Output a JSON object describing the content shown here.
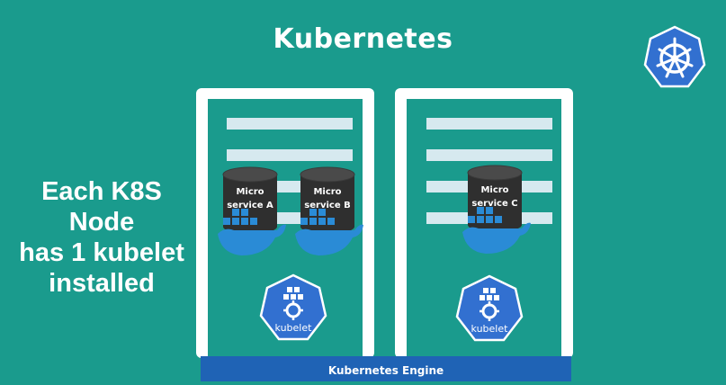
{
  "title": "Kubernetes",
  "side_text": [
    "Each K8S Node",
    "has 1 kubelet",
    "installed"
  ],
  "nodes": [
    {
      "services": [
        {
          "line1": "Micro",
          "line2": "service A"
        },
        {
          "line1": "Micro",
          "line2": "service B"
        }
      ],
      "kubelet_label": "kubelet"
    },
    {
      "services": [
        {
          "line1": "Micro",
          "line2": "service C"
        }
      ],
      "kubelet_label": "kubelet"
    }
  ],
  "engine_label": "Kubernetes Engine",
  "colors": {
    "background": "#1a9b8d",
    "node_frame": "#ffffff",
    "engine": "#1f63b5",
    "kubelet": "#3270d0",
    "container": "#2f2f2f",
    "docker": "#2a8bd6"
  },
  "icons": [
    "kubernetes-logo-icon",
    "database-cylinder-icon",
    "docker-whale-icon",
    "kubelet-icon"
  ]
}
